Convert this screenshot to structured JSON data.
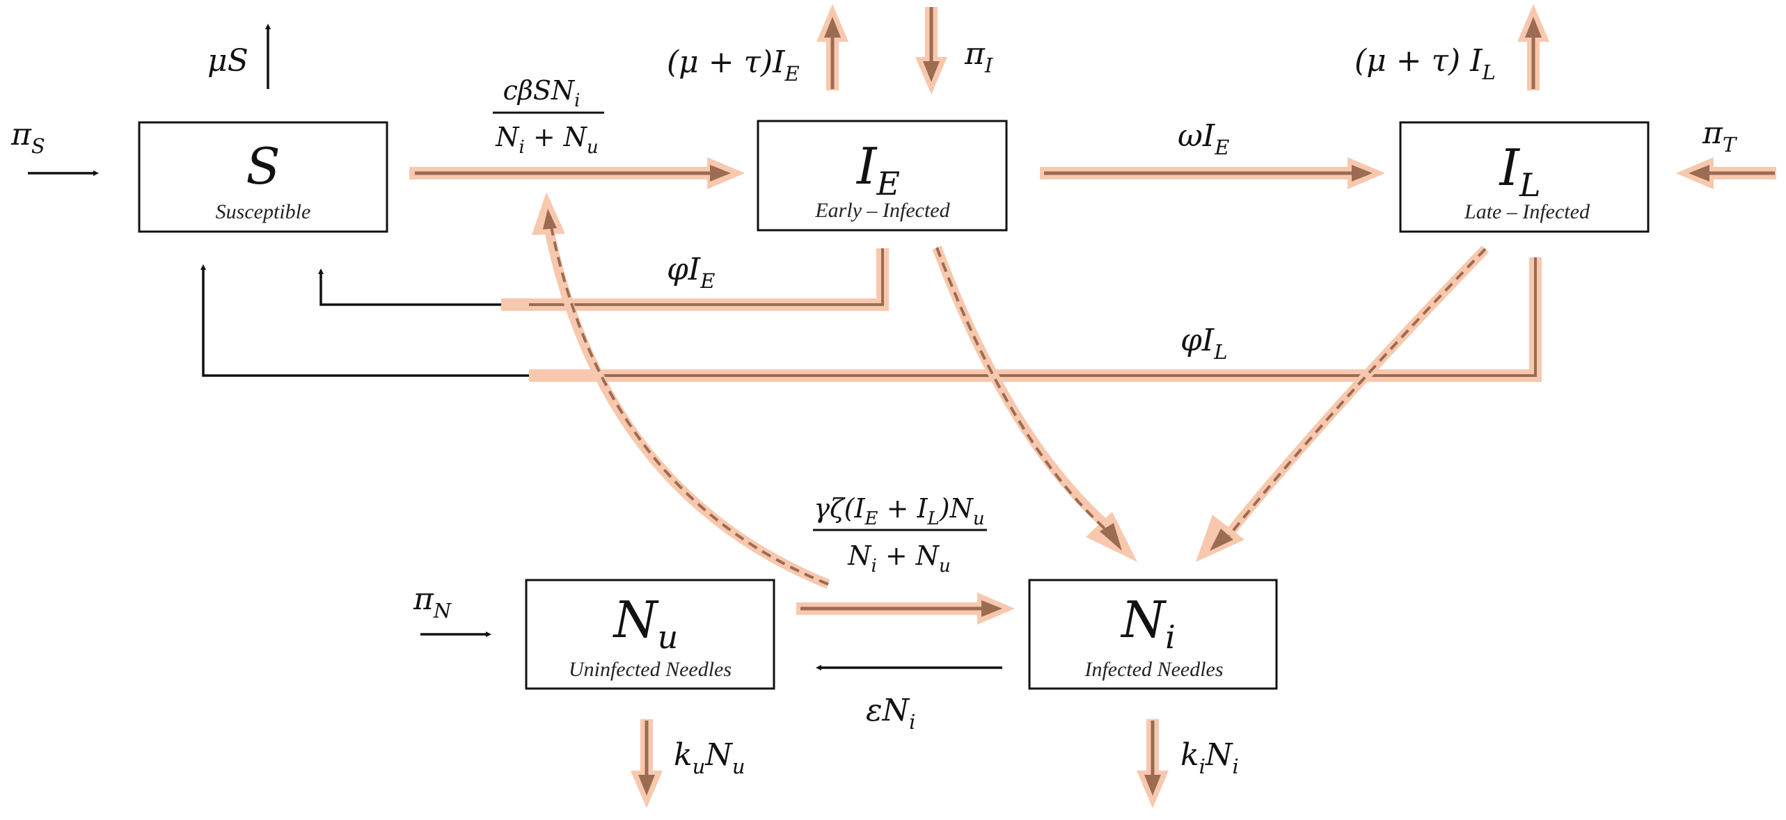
{
  "compartments": {
    "S": {
      "symbol": "S",
      "sub": "",
      "caption": "Susceptible"
    },
    "IE": {
      "symbol": "I",
      "sub": "E",
      "caption": "Early – Infected"
    },
    "IL": {
      "symbol": "I",
      "sub": "L",
      "caption": "Late – Infected"
    },
    "Nu": {
      "symbol": "N",
      "sub": "u",
      "caption": "Uninfected Needles"
    },
    "Ni": {
      "symbol": "N",
      "sub": "i",
      "caption": "Infected Needles"
    }
  },
  "rates": {
    "piS": {
      "main": "π",
      "sub": "S"
    },
    "muS": {
      "main": "μS"
    },
    "infection": {
      "num": "cβSN",
      "num_sub": "i",
      "den_a": "N",
      "den_a_sub": "i",
      "den_plus": " + N",
      "den_b_sub": "u"
    },
    "exitIE": {
      "main": "(μ + τ)I",
      "sub": "E"
    },
    "piI": {
      "main": "π",
      "sub": "I"
    },
    "progression": {
      "main": "ωI",
      "sub": "E"
    },
    "exitIL": {
      "main": "(μ + τ) I",
      "sub": "L"
    },
    "piT": {
      "main": "π",
      "sub": "T"
    },
    "treatIE": {
      "main": "φI",
      "sub": "E"
    },
    "treatIL": {
      "main": "φI",
      "sub": "L"
    },
    "contamination": {
      "num": "γζ(I",
      "num_sub1": "E",
      "num_mid": " + I",
      "num_sub2": "L",
      "num_end": ")N",
      "num_sub3": "u",
      "den_a": "N",
      "den_a_sub": "i",
      "den_plus": " + N",
      "den_b_sub": "u"
    },
    "piN": {
      "main": "π",
      "sub": "N"
    },
    "cleaning": {
      "main": "εN",
      "sub": "i"
    },
    "decayNu": {
      "main": "k",
      "sub1": "u",
      "mid": "N",
      "sub2": "u"
    },
    "decayNi": {
      "main": "k",
      "sub1": "i",
      "mid": "N",
      "sub2": "i"
    }
  },
  "colors": {
    "flow_glow": "#f7c8ad",
    "flow_core": "#9b6b52",
    "plain_arrow": "#111111"
  }
}
